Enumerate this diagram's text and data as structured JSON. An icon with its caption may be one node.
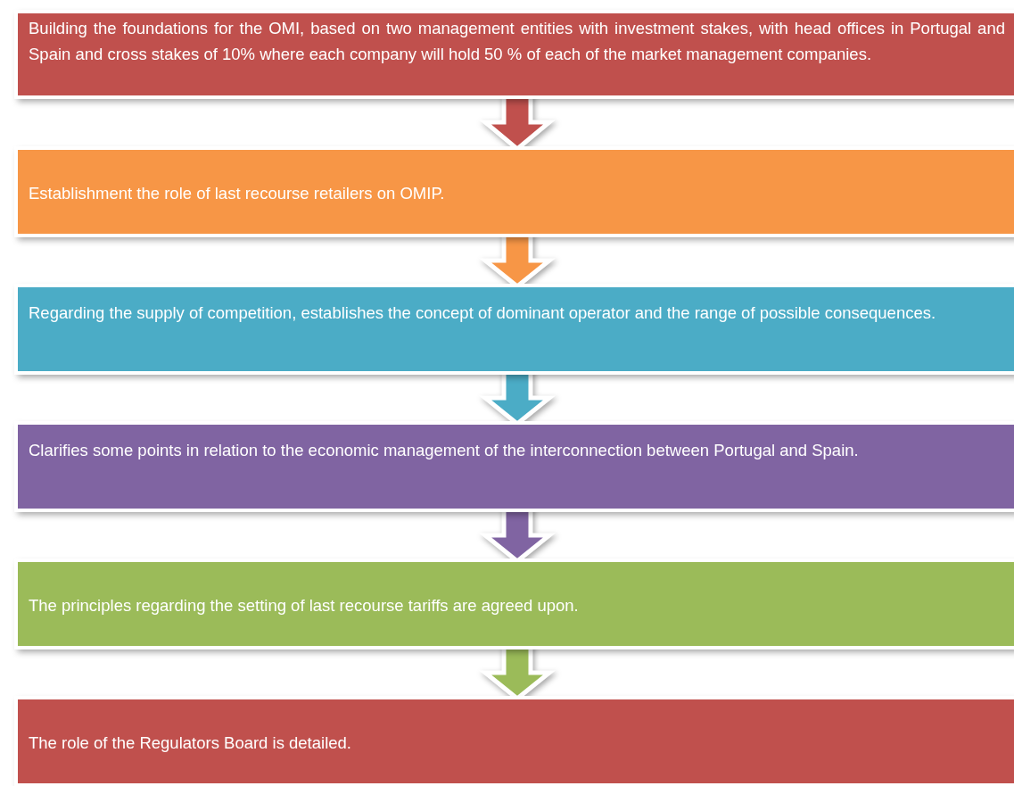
{
  "diagram": {
    "nodes": [
      {
        "text": [
          "Building the foundations for the OMI, based on two management entities with investment stakes, with head offices in Portugal and Spain and cross stakes of 10% where each company will hold 50 % of each of the market management companies."
        ]
      },
      {
        "text": [
          "Establishment  the role of last recourse retailers on OMIP."
        ]
      },
      {
        "text": [
          "Regarding the supply of competition, establishes the concept of dominant operator and the range of possible consequences."
        ]
      },
      {
        "text": [
          "Clarifies some points in relation to the economic management of the interconnection between Portugal and Spain."
        ]
      },
      {
        "text": [
          "The principles regarding the setting of last recourse tariffs are agreed upon."
        ]
      },
      {
        "text": [
          "The role of the Regulators Board is detailed."
        ]
      }
    ],
    "edges": [
      {
        "from": 0,
        "to": 1,
        "arrow": "to",
        "style": "thick",
        "color": "#c0504d"
      },
      {
        "from": 1,
        "to": 2,
        "arrow": "to",
        "style": "thick",
        "color": "#f79646"
      },
      {
        "from": 2,
        "to": 3,
        "arrow": "to",
        "style": "thick",
        "color": "#4bacc6"
      },
      {
        "from": 3,
        "to": 4,
        "arrow": "to",
        "style": "thick",
        "color": "#8064a2"
      },
      {
        "from": 4,
        "to": 5,
        "arrow": "to",
        "style": "thick",
        "color": "#9bbb59"
      }
    ]
  }
}
